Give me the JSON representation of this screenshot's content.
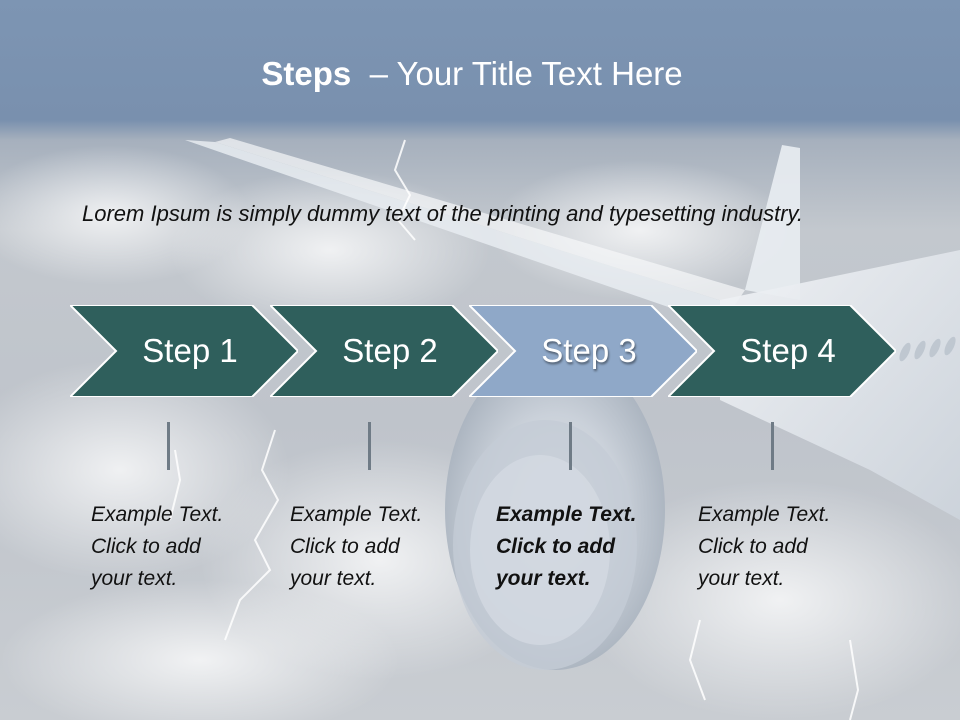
{
  "slide": {
    "title_bold": "Steps",
    "title_rest": "– Your Title Text Here",
    "body": "Lorem Ipsum is simply dummy text of the printing and typesetting industry."
  },
  "steps": [
    {
      "label": "Step 1",
      "example": [
        "Example Text.",
        "Click  to add",
        "your text."
      ]
    },
    {
      "label": "Step 2",
      "example": [
        "Example Text.",
        "Click  to add",
        "your text."
      ]
    },
    {
      "label": "Step 3",
      "example": [
        "Example Text.",
        "Click  to add",
        "your text."
      ]
    },
    {
      "label": "Step 4",
      "example": [
        "Example Text.",
        "Click  to add",
        "your text."
      ]
    }
  ],
  "colors": {
    "step_fill": "#2f5f5c",
    "active_step_fill": "#8fa8c8",
    "title_text": "#ffffff"
  }
}
